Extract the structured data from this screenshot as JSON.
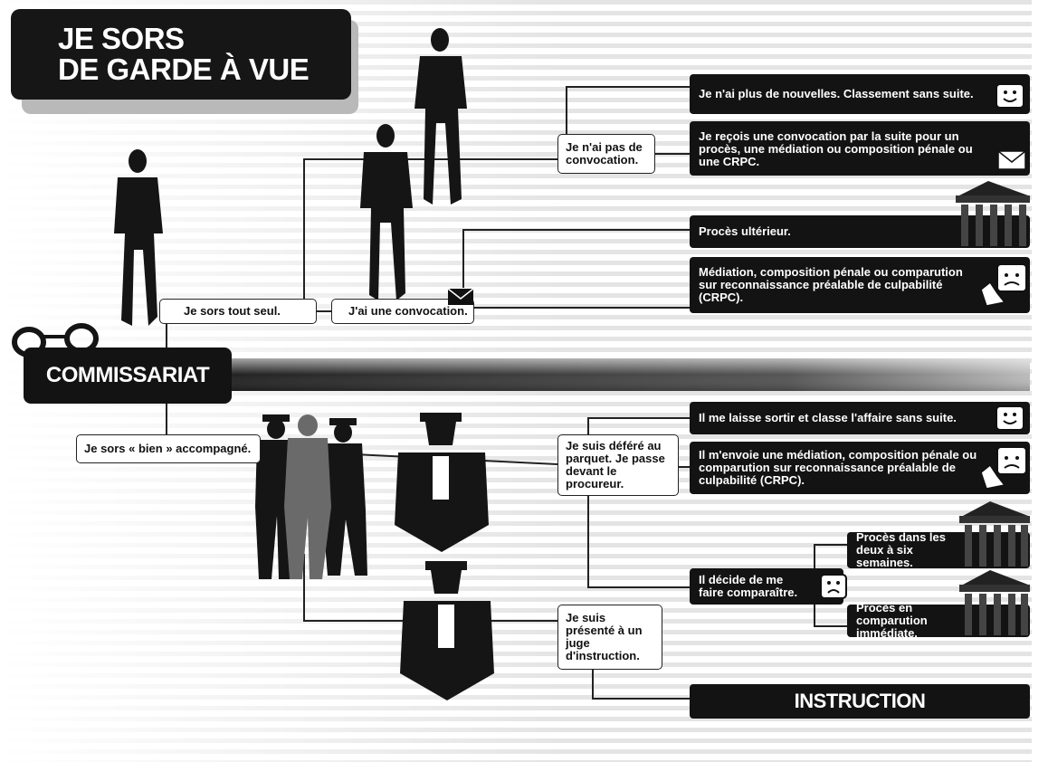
{
  "title": {
    "line1": "JE SORS",
    "line2": "DE GARDE À VUE"
  },
  "commissariat": "COMMISSARIAT",
  "alone": {
    "label": "Je sors tout seul.",
    "no_convocation": {
      "label": "Je n'ai pas de convocation.",
      "outcomes": [
        "Je n'ai plus de nouvelles. Classement sans suite.",
        "Je reçois une convocation par la suite pour un procès, une médiation ou composition pénale ou une CRPC."
      ]
    },
    "convocation": {
      "label": "J'ai une convocation.",
      "outcomes": [
        "Procès ultérieur.",
        "Médiation, composition pénale ou comparution sur reconnaissance préalable de culpabilité (CRPC)."
      ]
    }
  },
  "accompanied": {
    "label": "Je sors « bien » accompagné.",
    "parquet": {
      "label": "Je suis déféré au parquet. Je passe devant le procureur.",
      "outcomes": [
        "Il me laisse sortir et classe l'affaire sans suite.",
        "Il m'envoie une médiation, composition pénale ou comparution sur reconnaissance préalable de culpabilité (CRPC).",
        "Il décide de me faire comparaître."
      ],
      "comparaitre": [
        "Procès dans les deux à six semaines.",
        "Procès en comparution immédiate."
      ]
    },
    "juge": {
      "label": "Je suis présenté à un juge d'instruction.",
      "result": "INSTRUCTION"
    }
  }
}
